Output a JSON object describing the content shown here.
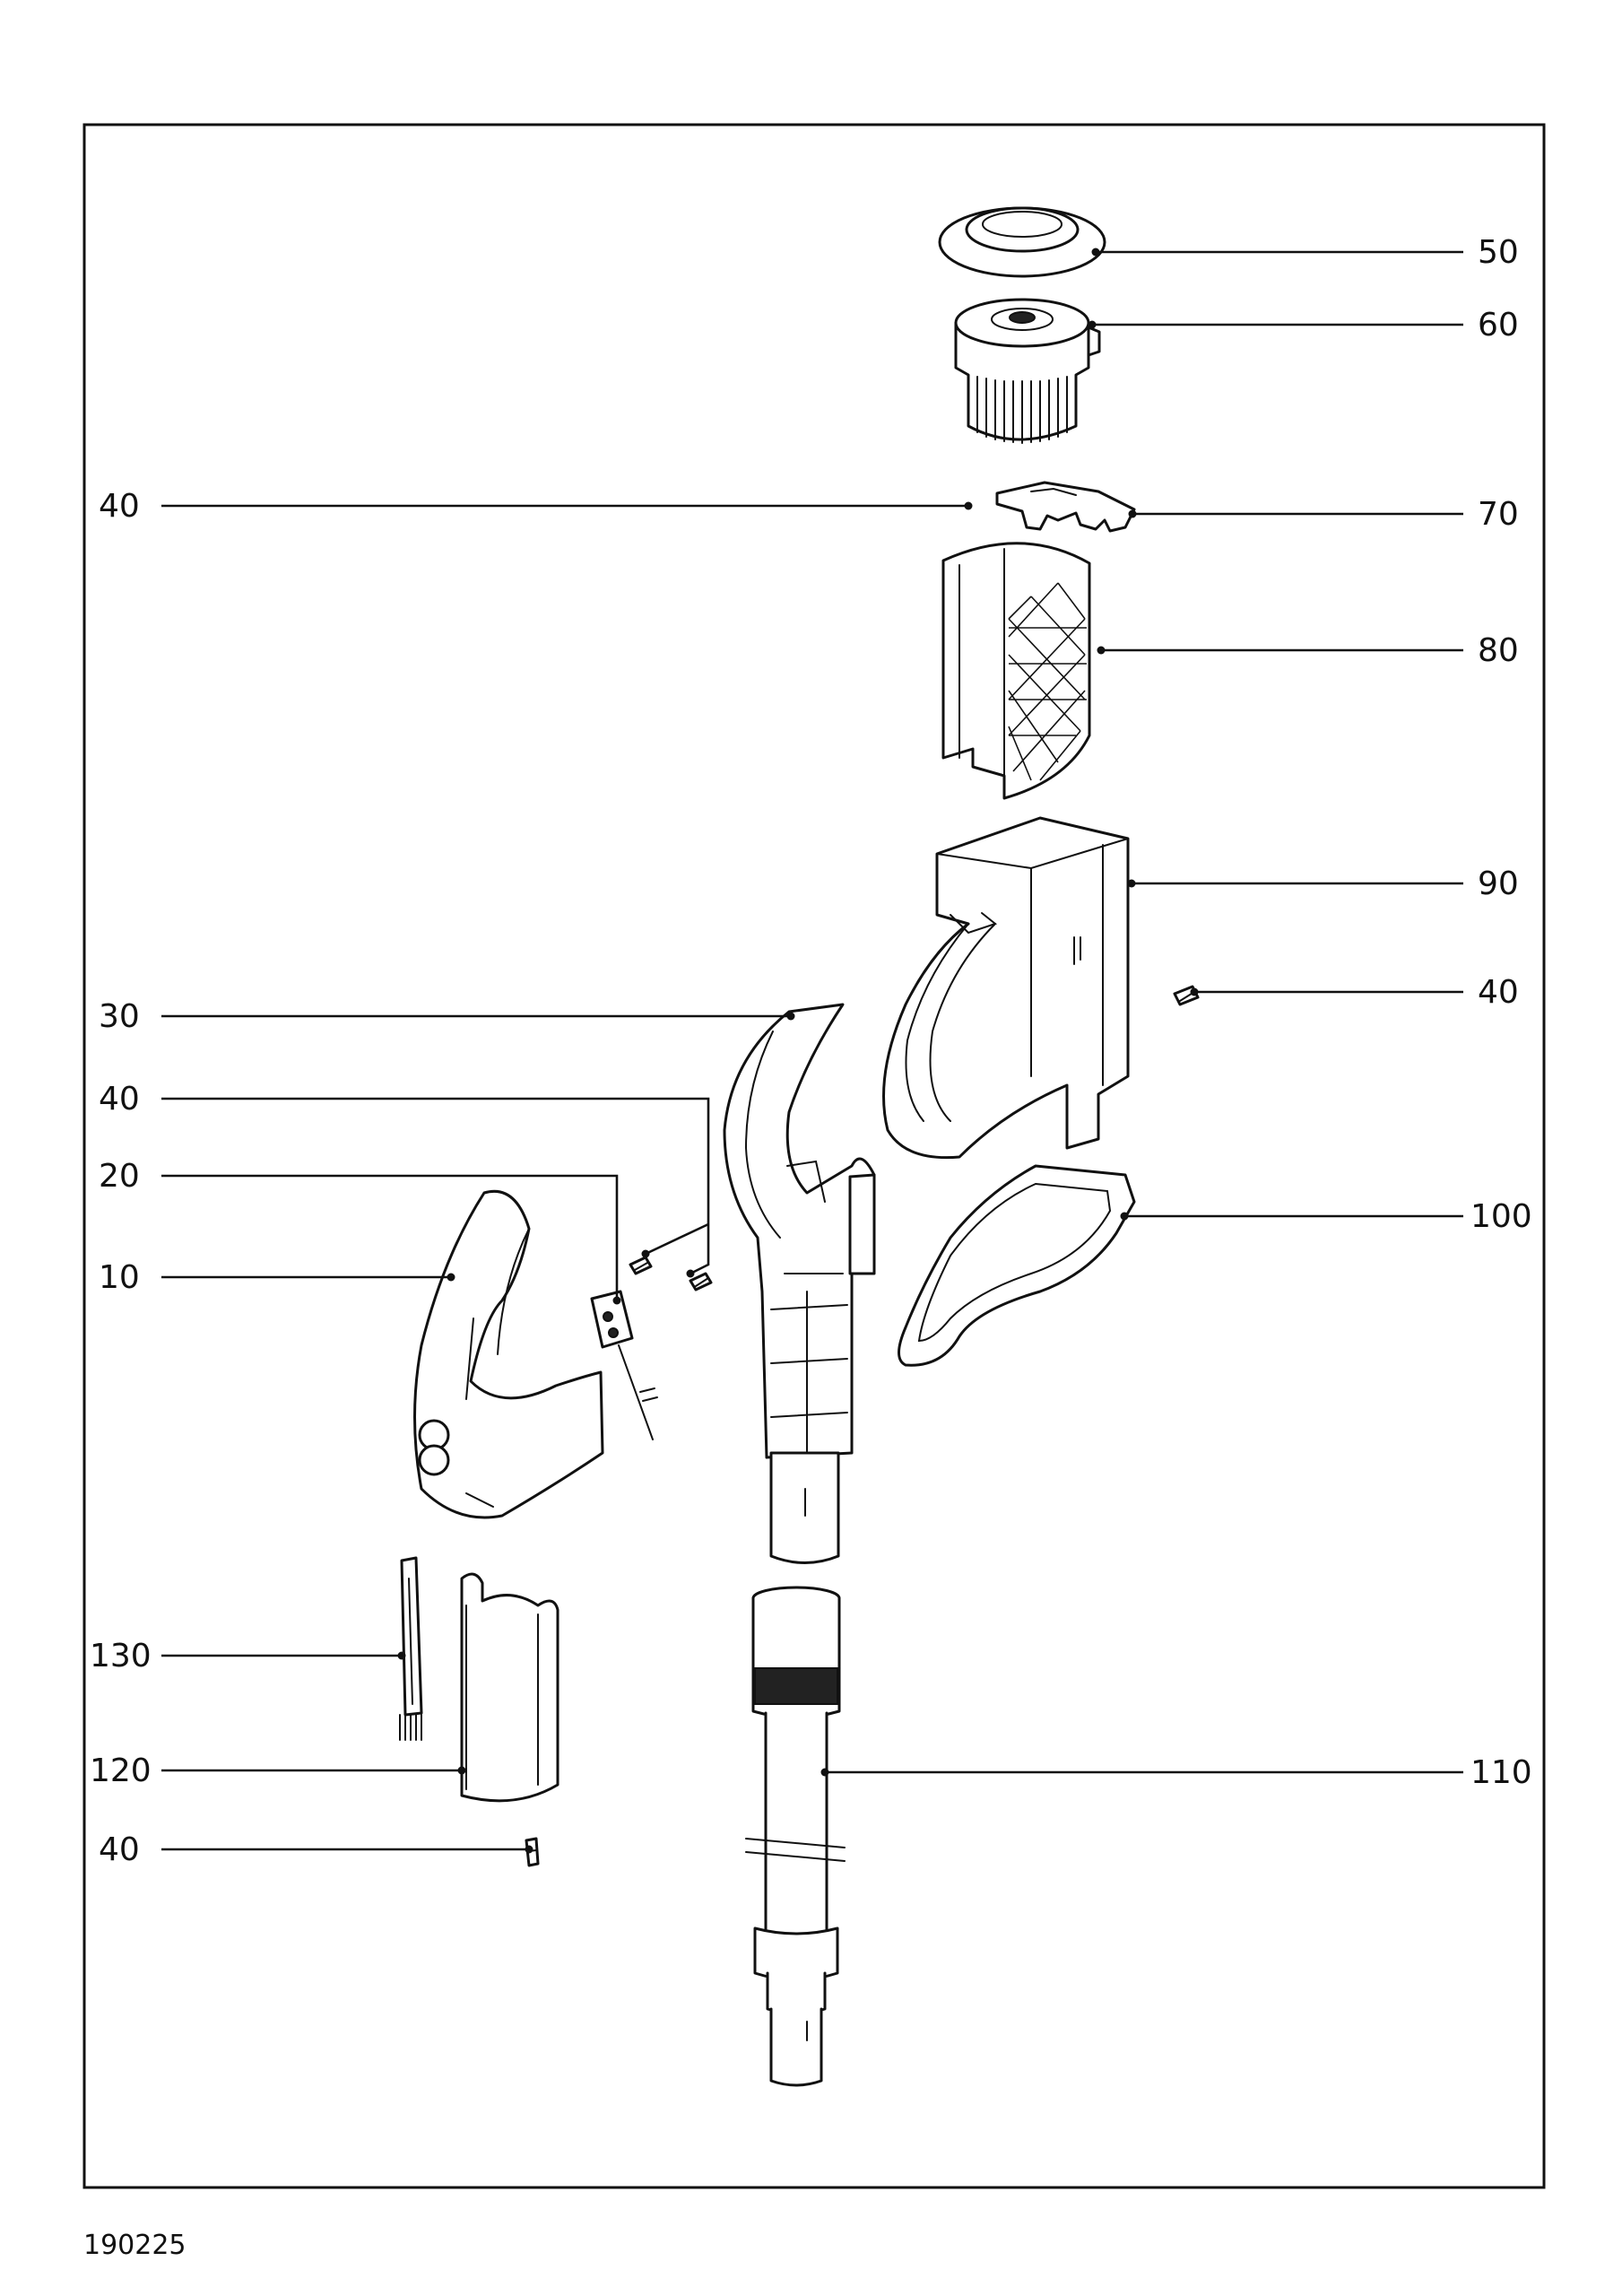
{
  "document": {
    "code": "190225"
  },
  "callouts": [
    {
      "id": "c50",
      "label": "50"
    },
    {
      "id": "c60",
      "label": "60"
    },
    {
      "id": "c40a",
      "label": "40"
    },
    {
      "id": "c70",
      "label": "70"
    },
    {
      "id": "c80",
      "label": "80"
    },
    {
      "id": "c90",
      "label": "90"
    },
    {
      "id": "c40b",
      "label": "40"
    },
    {
      "id": "c30",
      "label": "30"
    },
    {
      "id": "c40c",
      "label": "40"
    },
    {
      "id": "c20",
      "label": "20"
    },
    {
      "id": "c10",
      "label": "10"
    },
    {
      "id": "c100",
      "label": "100"
    },
    {
      "id": "c130",
      "label": "130"
    },
    {
      "id": "c120",
      "label": "120"
    },
    {
      "id": "c110",
      "label": "110"
    },
    {
      "id": "c40d",
      "label": "40"
    }
  ],
  "colors": {
    "line": "#111111",
    "background": "#ffffff"
  }
}
